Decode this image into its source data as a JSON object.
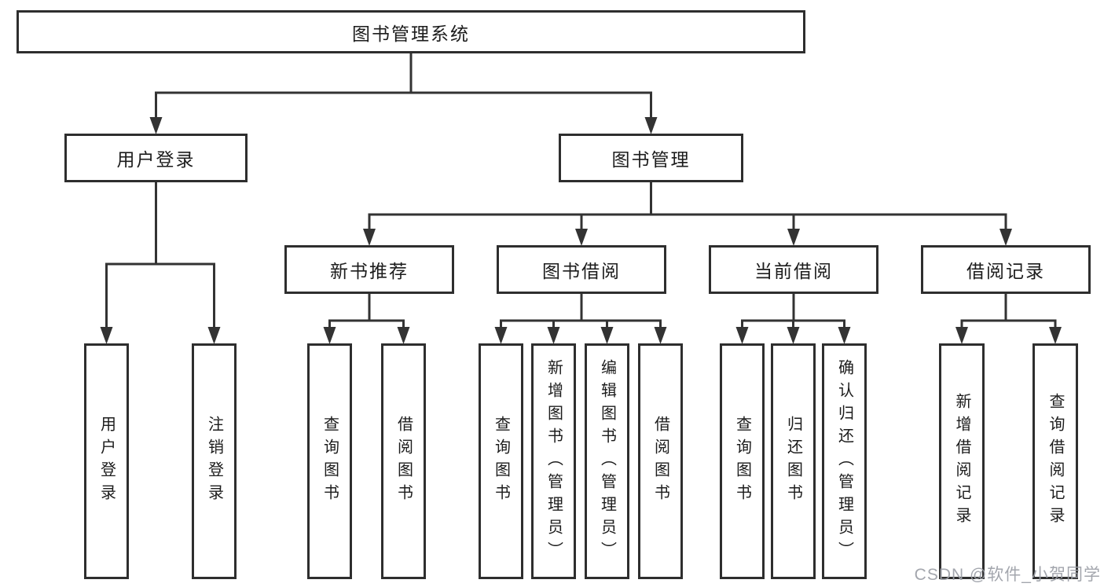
{
  "diagram": {
    "title": "图书管理系统",
    "type": "hierarchy-tree"
  },
  "nodes": [
    {
      "id": "root",
      "label": "图书管理系统",
      "parent": null,
      "orientation": "horizontal"
    },
    {
      "id": "user-login",
      "label": "用户登录",
      "parent": "root",
      "orientation": "horizontal"
    },
    {
      "id": "book-mgmt",
      "label": "图书管理",
      "parent": "root",
      "orientation": "horizontal"
    },
    {
      "id": "new-book-rec",
      "label": "新书推荐",
      "parent": "book-mgmt",
      "orientation": "horizontal"
    },
    {
      "id": "book-borrow",
      "label": "图书借阅",
      "parent": "book-mgmt",
      "orientation": "horizontal"
    },
    {
      "id": "current-borrow",
      "label": "当前借阅",
      "parent": "book-mgmt",
      "orientation": "horizontal"
    },
    {
      "id": "borrow-records",
      "label": "借阅记录",
      "parent": "book-mgmt",
      "orientation": "horizontal"
    },
    {
      "id": "leaf-user-login",
      "label": "用户登录",
      "parent": "user-login",
      "orientation": "vertical"
    },
    {
      "id": "leaf-logout",
      "label": "注销登录",
      "parent": "user-login",
      "orientation": "vertical"
    },
    {
      "id": "leaf-query-book-1",
      "label": "查询图书",
      "parent": "new-book-rec",
      "orientation": "vertical"
    },
    {
      "id": "leaf-borrow-book-1",
      "label": "借阅图书",
      "parent": "new-book-rec",
      "orientation": "vertical"
    },
    {
      "id": "leaf-query-book-2",
      "label": "查询图书",
      "parent": "book-borrow",
      "orientation": "vertical"
    },
    {
      "id": "leaf-add-book",
      "label": "新增图书（管理员）",
      "parent": "book-borrow",
      "orientation": "vertical"
    },
    {
      "id": "leaf-edit-book",
      "label": "编辑图书（管理员）",
      "parent": "book-borrow",
      "orientation": "vertical"
    },
    {
      "id": "leaf-borrow-book-2",
      "label": "借阅图书",
      "parent": "book-borrow",
      "orientation": "vertical"
    },
    {
      "id": "leaf-query-book-3",
      "label": "查询图书",
      "parent": "current-borrow",
      "orientation": "vertical"
    },
    {
      "id": "leaf-return-book",
      "label": "归还图书",
      "parent": "current-borrow",
      "orientation": "vertical"
    },
    {
      "id": "leaf-confirm-return",
      "label": "确认归还（管理员）",
      "parent": "current-borrow",
      "orientation": "vertical"
    },
    {
      "id": "leaf-add-borrow-record",
      "label": "新增借阅记录",
      "parent": "borrow-records",
      "orientation": "vertical"
    },
    {
      "id": "leaf-query-borrow-record",
      "label": "查询借阅记录",
      "parent": "borrow-records",
      "orientation": "vertical"
    }
  ],
  "watermark": {
    "text": "CSDN @软件_小贺同学"
  },
  "colors": {
    "line": "#333333",
    "box_border": "#2e2e2e",
    "background": "#ffffff",
    "text": "#1c1c1c",
    "watermark": "#9b9ea6"
  }
}
